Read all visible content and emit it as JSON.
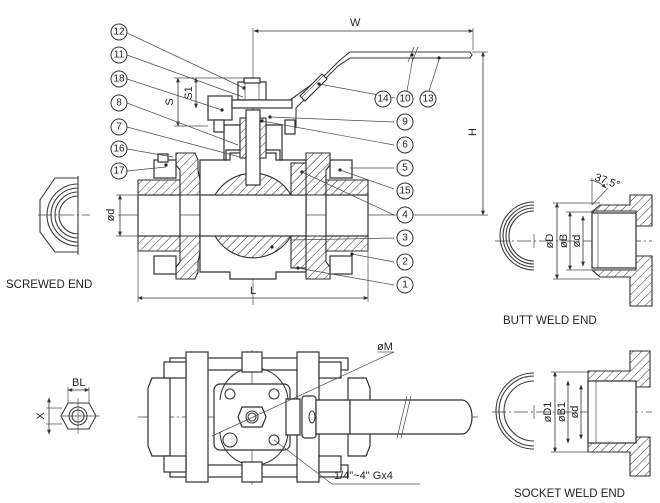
{
  "drawing": {
    "title": "3-piece ball valve assembly drawing",
    "dimensions": {
      "W": "W",
      "H": "H",
      "L": "L",
      "S": "S",
      "S1": "S1",
      "d": "ød",
      "D": "øD",
      "B": "øB",
      "D1": "øD1",
      "B1": "øB1",
      "M": "øM",
      "BL": "BL",
      "X": "X",
      "angle": "37.5°",
      "mount_holes": "1/4\"~4\" Gx4"
    },
    "part_bubbles": {
      "b1": "1",
      "b2": "2",
      "b3": "3",
      "b4": "4",
      "b5": "5",
      "b6": "6",
      "b7": "7",
      "b8": "8",
      "b9": "9",
      "b10": "10",
      "b11": "11",
      "b12": "12",
      "b13": "13",
      "b14": "14",
      "b15": "15",
      "b16": "16",
      "b17": "17",
      "b18": "18"
    },
    "captions": {
      "screwed_end": "SCREWED END",
      "butt_weld_end": "BUTT WELD END",
      "socket_weld_end": "SOCKET WELD END"
    }
  }
}
